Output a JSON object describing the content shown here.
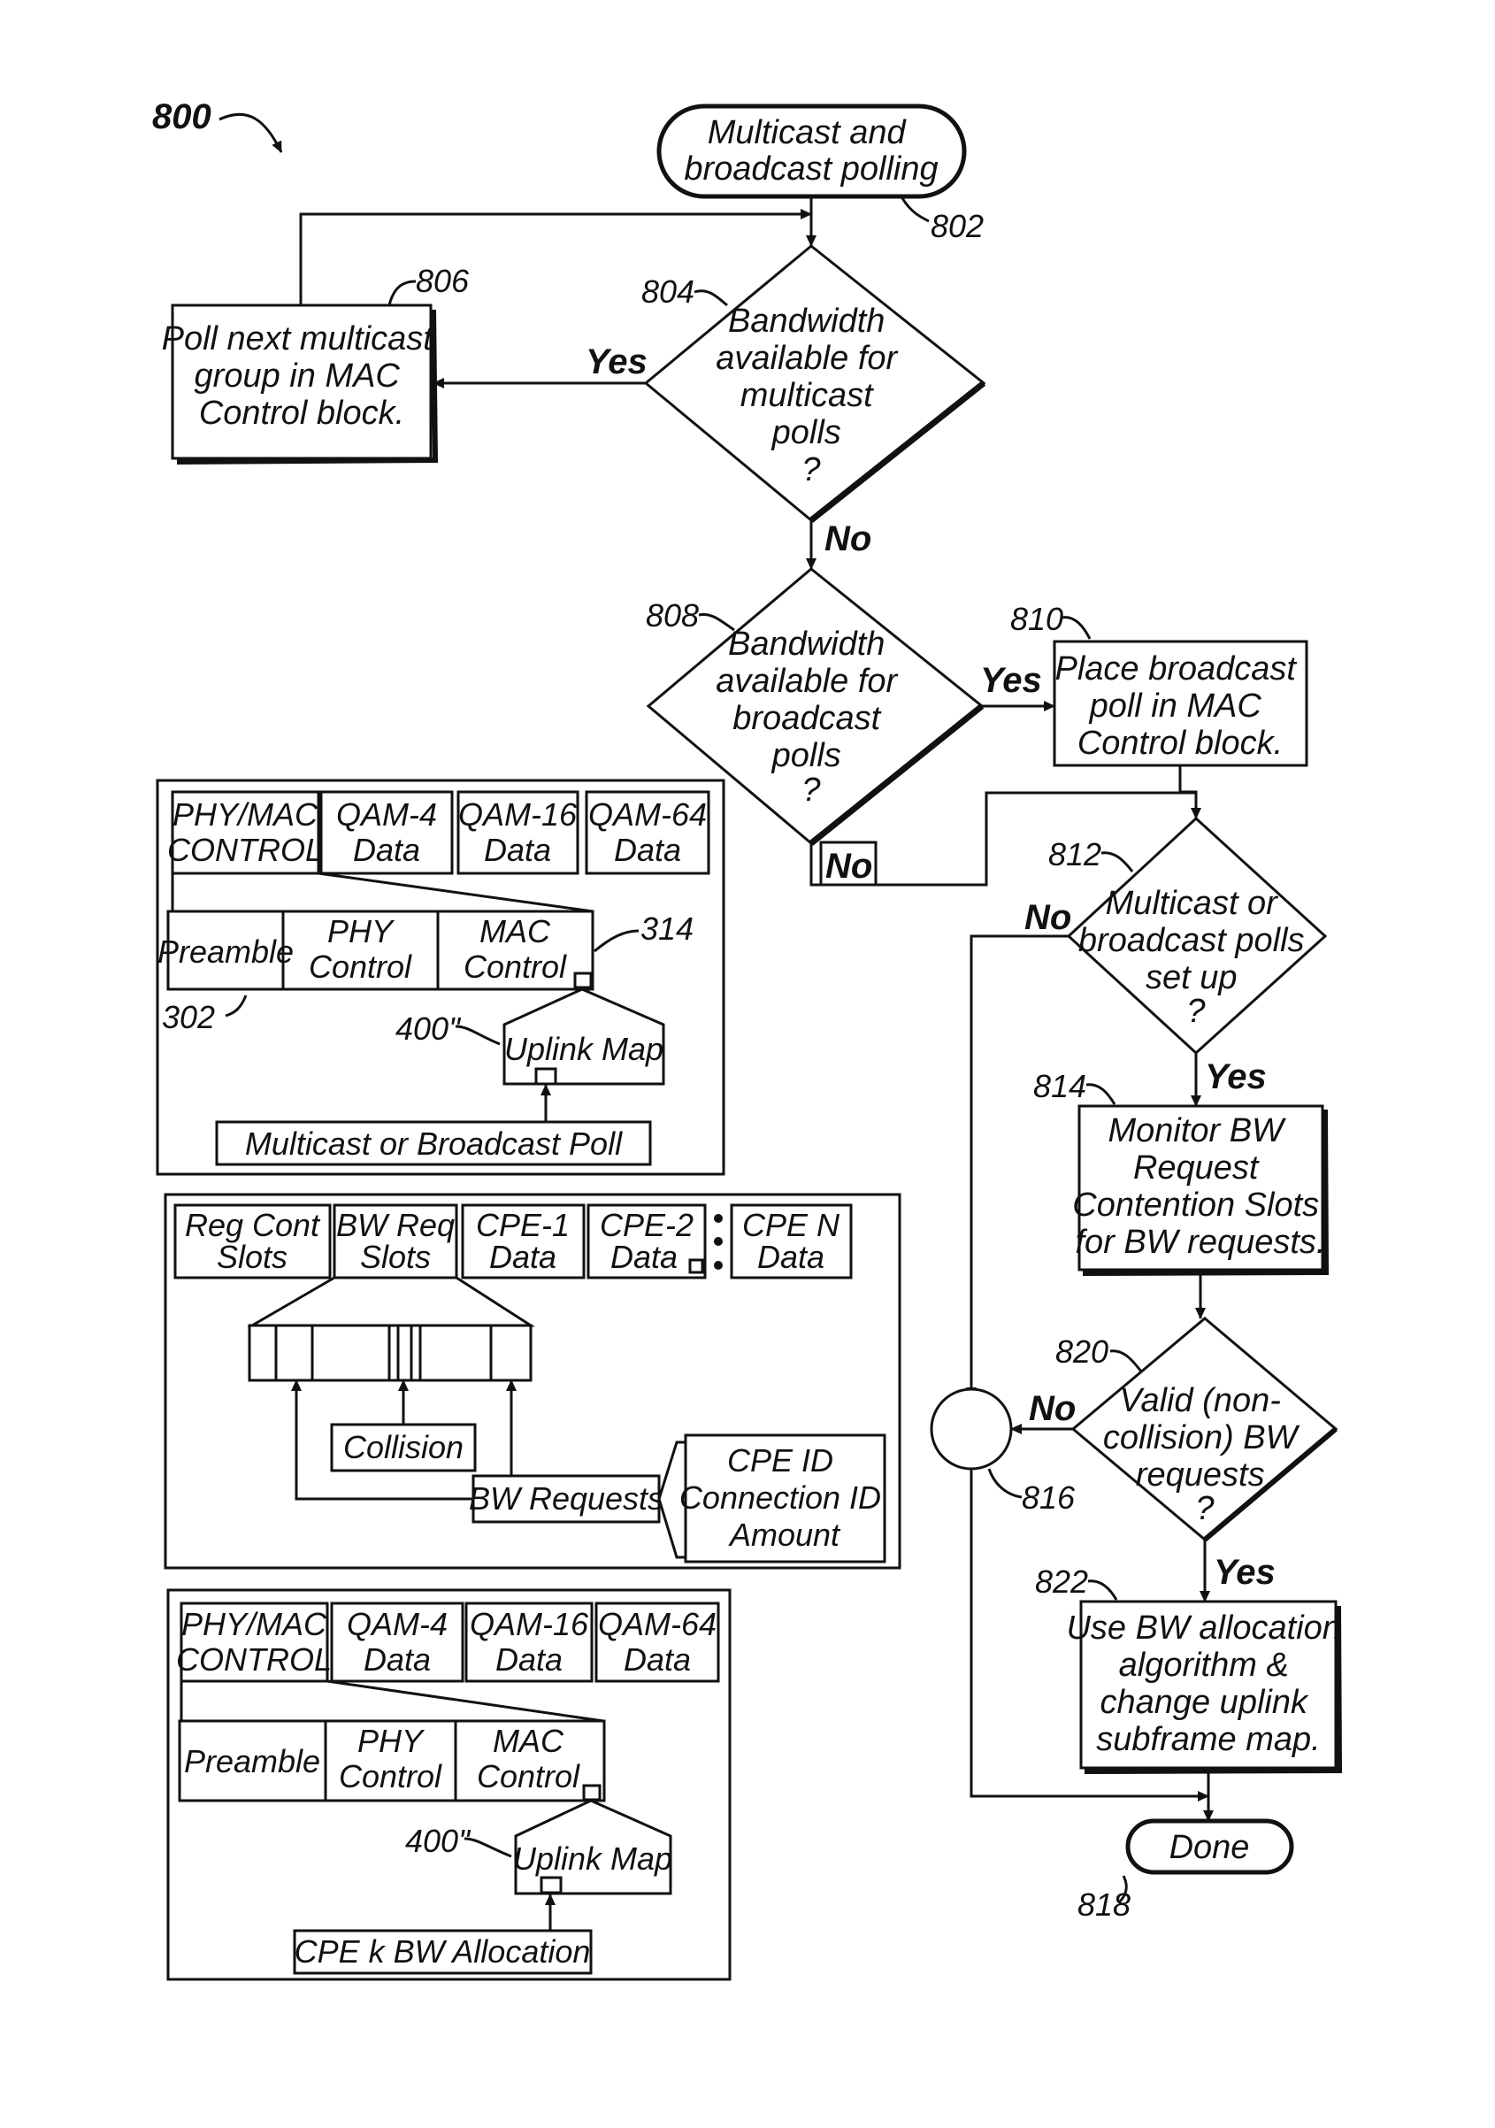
{
  "figure_number": "800",
  "flowchart": {
    "start": {
      "ref": "802",
      "lines": [
        "Multicast and",
        "broadcast polling"
      ]
    },
    "d804": {
      "ref": "804",
      "lines": [
        "Bandwidth",
        "available for",
        "multicast",
        "polls",
        "?"
      ]
    },
    "b806": {
      "ref": "806",
      "lines": [
        "Poll next multicast",
        "group in MAC",
        "Control block."
      ]
    },
    "d808": {
      "ref": "808",
      "lines": [
        "Bandwidth",
        "available for",
        "broadcast",
        "polls",
        "?"
      ]
    },
    "b810": {
      "ref": "810",
      "lines": [
        "Place broadcast",
        "poll in MAC",
        "Control block."
      ]
    },
    "d812": {
      "ref": "812",
      "lines": [
        "Multicast or",
        "broadcast polls",
        "set up",
        "?"
      ]
    },
    "b814": {
      "ref": "814",
      "lines": [
        "Monitor BW",
        "Request",
        "Contention Slots",
        "for BW requests."
      ]
    },
    "d820": {
      "ref": "820",
      "lines": [
        "Valid (non-",
        "collision) BW",
        "requests",
        "?"
      ]
    },
    "b822": {
      "ref": "822",
      "lines": [
        "Use BW allocation",
        "algorithm &",
        "change uplink",
        "subframe map."
      ]
    },
    "c816": {
      "ref": "816"
    },
    "end": {
      "ref": "818",
      "label": "Done"
    },
    "yes": "Yes",
    "no": "No"
  },
  "panel1": {
    "cells": [
      [
        "PHY/MAC",
        "CONTROL"
      ],
      [
        "QAM-4",
        "Data"
      ],
      [
        "QAM-16",
        "Data"
      ],
      [
        "QAM-64",
        "Data"
      ]
    ],
    "sub": [
      [
        "Preamble"
      ],
      [
        "PHY",
        "Control"
      ],
      [
        "MAC",
        "Control"
      ]
    ],
    "ref_302": "302",
    "ref_314": "314",
    "ref_400": "400\"",
    "uplink": "Uplink Map",
    "poll": "Multicast or Broadcast Poll"
  },
  "panel2": {
    "cells": [
      [
        "Reg Cont",
        "Slots"
      ],
      [
        "BW Req",
        "Slots"
      ],
      [
        "CPE-1",
        "Data"
      ],
      [
        "CPE-2",
        "Data"
      ],
      [
        "CPE N",
        "Data"
      ]
    ],
    "collision": "Collision",
    "bw_requests": "BW Requests",
    "cpe_info": [
      "CPE ID",
      "Connection ID",
      "Amount"
    ]
  },
  "panel3": {
    "cells": [
      [
        "PHY/MAC",
        "CONTROL"
      ],
      [
        "QAM-4",
        "Data"
      ],
      [
        "QAM-16",
        "Data"
      ],
      [
        "QAM-64",
        "Data"
      ]
    ],
    "sub": [
      [
        "Preamble"
      ],
      [
        "PHY",
        "Control"
      ],
      [
        "MAC",
        "Control"
      ]
    ],
    "ref_400": "400\"",
    "uplink": "Uplink Map",
    "alloc": "CPE k BW Allocation"
  }
}
